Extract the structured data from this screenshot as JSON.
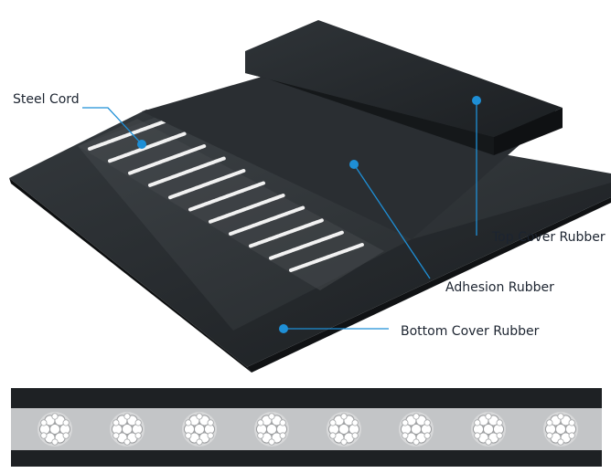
{
  "labels": {
    "steel_cord": "Steel Cord",
    "top_cover": "Top Cover Rubber",
    "adhesion": "Adhesion Rubber",
    "bottom_cover": "Bottom Cover Rubber"
  },
  "colors": {
    "leader": "#1e8fd6",
    "rubber_dark": "#1b1e21",
    "rubber_mid": "#2c3034",
    "adhesion_gray": "#bfc1c3",
    "cord_white": "#f2f2f2"
  },
  "cross_section": {
    "cord_count": 8
  }
}
